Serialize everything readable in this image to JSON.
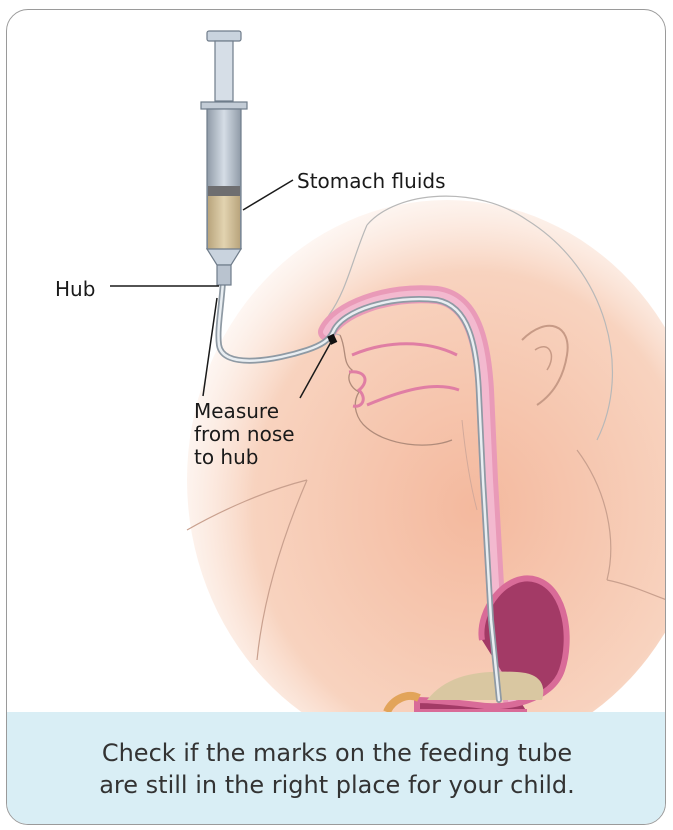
{
  "labels": {
    "stomach_fluids": "Stomach fluids",
    "hub": "Hub",
    "measure": "Measure",
    "from_nose": "from nose",
    "to_hub": "to hub"
  },
  "caption": {
    "line1": "Check if the marks on the feeding tube",
    "line2": "are still in the right place for your child."
  },
  "colors": {
    "border": "#9a9a9a",
    "caption_bg": "#d9eef5",
    "skin": "#f7cdb3",
    "airway": "#e99ab8",
    "fluid": "#d9c7a1",
    "stomach": "#a33a66"
  }
}
